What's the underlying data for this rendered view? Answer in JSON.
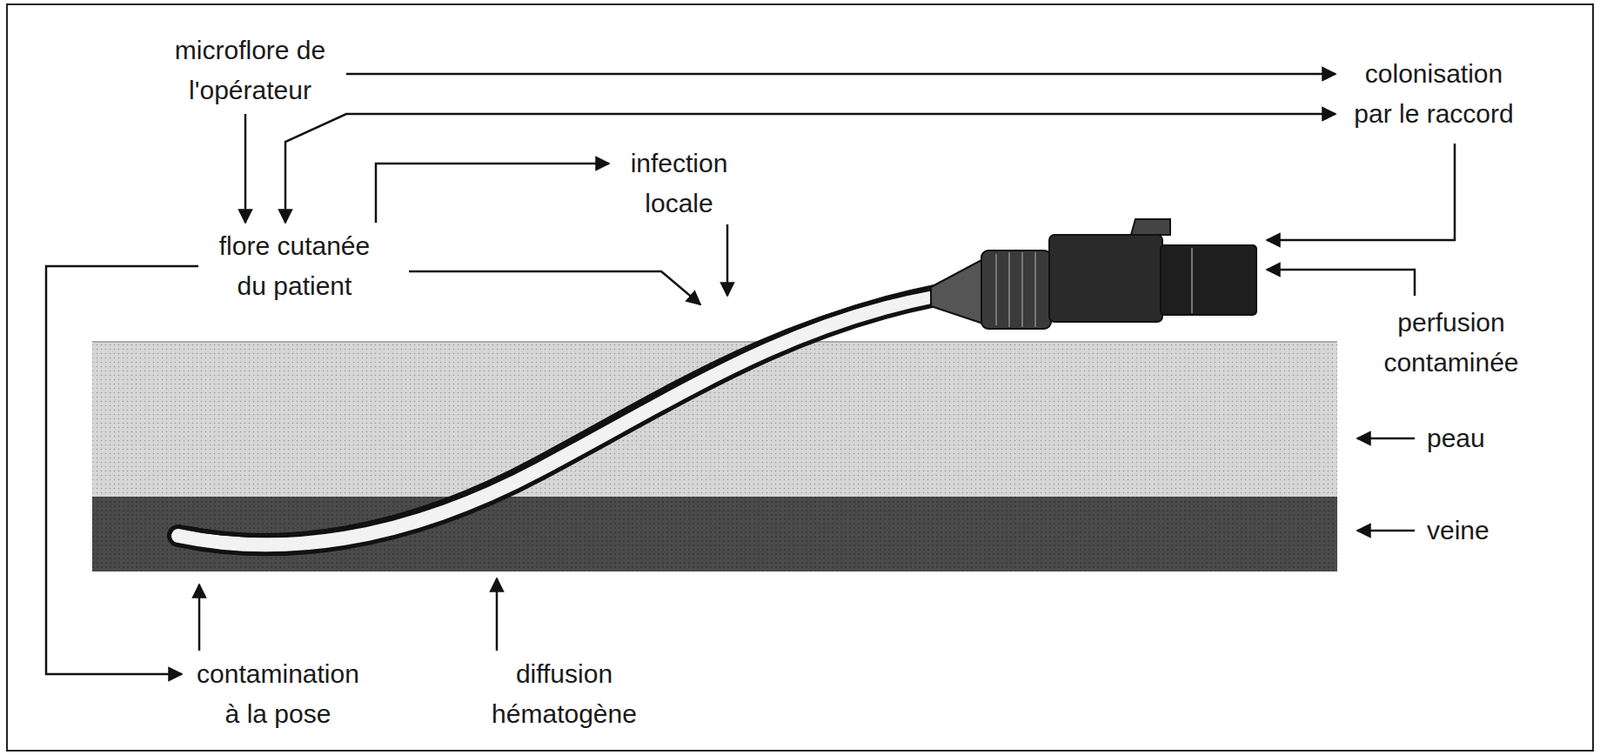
{
  "diagram": {
    "nodes": [
      {
        "text": [
          "microflore de l'opérateur"
        ]
      },
      {
        "text": [
          "colonisation par le raccord"
        ]
      },
      {
        "text": [
          "infection locale"
        ]
      },
      {
        "text": [
          "flore cutanée du patient"
        ]
      },
      {
        "text": [
          "perfusion contaminée"
        ]
      },
      {
        "text": [
          "contamination à la pose"
        ]
      },
      {
        "text": [
          "diffusion hématogène"
        ]
      }
    ],
    "edges": [
      {
        "from": 0,
        "to": 1,
        "arrow": "to"
      },
      {
        "from": 0,
        "to": 3,
        "arrow": "to"
      },
      {
        "from": 3,
        "to": 1,
        "arrow": "both"
      },
      {
        "from": 3,
        "to": 2,
        "arrow": "to"
      },
      {
        "from": 3,
        "to": 5,
        "arrow": "to"
      }
    ],
    "labels": [
      "peau",
      "veine"
    ]
  }
}
